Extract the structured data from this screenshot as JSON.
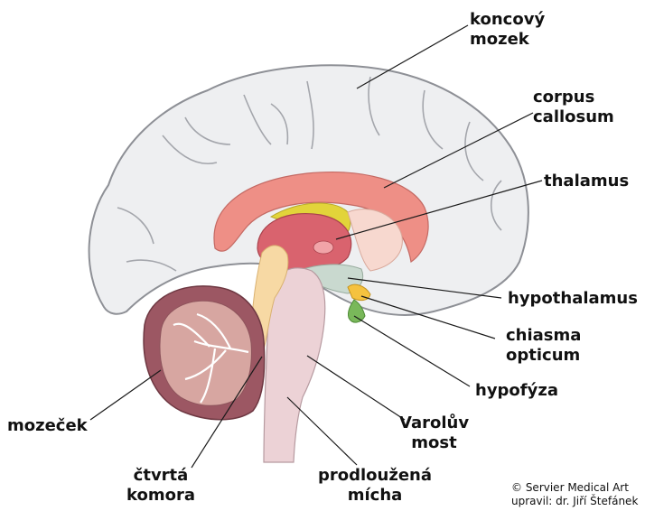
{
  "labels": {
    "koncovy_mozek": [
      "koncový",
      "mozek"
    ],
    "corpus_callosum": [
      "corpus",
      "callosum"
    ],
    "thalamus": [
      "thalamus"
    ],
    "hypothalamus": [
      "hypothalamus"
    ],
    "chiasma_opticum": [
      "chiasma",
      "opticum"
    ],
    "hypofyza": [
      "hypofýza"
    ],
    "varoluv_most": [
      "Varolův",
      "most"
    ],
    "prodlouzena_micha": [
      "prodloužená",
      "mícha"
    ],
    "ctvrta_komora": [
      "čtvrtá",
      "komora"
    ],
    "mozecek": [
      "mozeček"
    ]
  },
  "credit": [
    "© Servier Medical Art",
    "upravil: dr. Jiří Štefánek"
  ],
  "colors": {
    "cortex": "#eeeff1",
    "cortex_outline": "#8e9096",
    "corpus_callosum": "#ee8f86",
    "thalamus": "#d9636e",
    "fornix": "#e2d43a",
    "hypothalamus": "#c9d9cf",
    "pituitary": "#79b85a",
    "chiasm": "#f5c23f",
    "brainstem": "#ecd2d6",
    "cerebellum": "#9c5763",
    "fourth_ventricle": "#f7d9a4"
  }
}
